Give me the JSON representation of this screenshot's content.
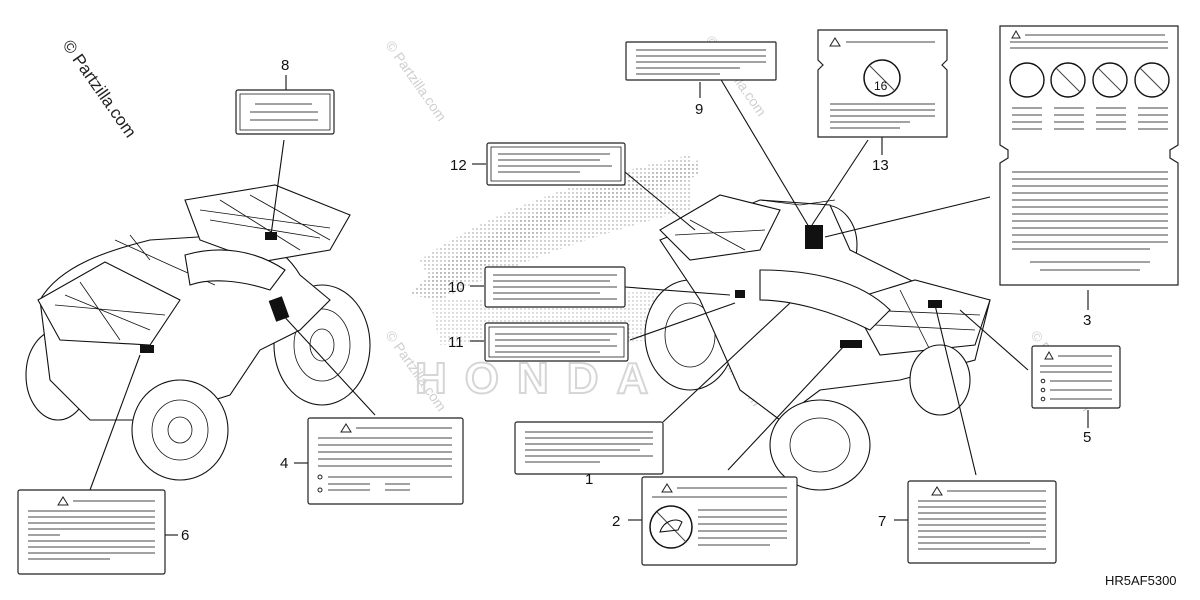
{
  "watermark": {
    "copyright_main": "© Partzilla.com",
    "copyright_faint": "© Partzilla.com"
  },
  "diagram_code": "HR5AF5300",
  "callouts": [
    {
      "id": "1",
      "label": "1"
    },
    {
      "id": "2",
      "label": "2"
    },
    {
      "id": "3",
      "label": "3"
    },
    {
      "id": "4",
      "label": "4"
    },
    {
      "id": "5",
      "label": "5"
    },
    {
      "id": "6",
      "label": "6"
    },
    {
      "id": "7",
      "label": "7"
    },
    {
      "id": "8",
      "label": "8"
    },
    {
      "id": "9",
      "label": "9"
    },
    {
      "id": "10",
      "label": "10"
    },
    {
      "id": "11",
      "label": "11"
    },
    {
      "id": "12",
      "label": "12"
    },
    {
      "id": "13",
      "label": "13"
    }
  ],
  "label13_icon_text": "16",
  "colors": {
    "ink": "#111111",
    "faint": "#cfcfcf"
  }
}
